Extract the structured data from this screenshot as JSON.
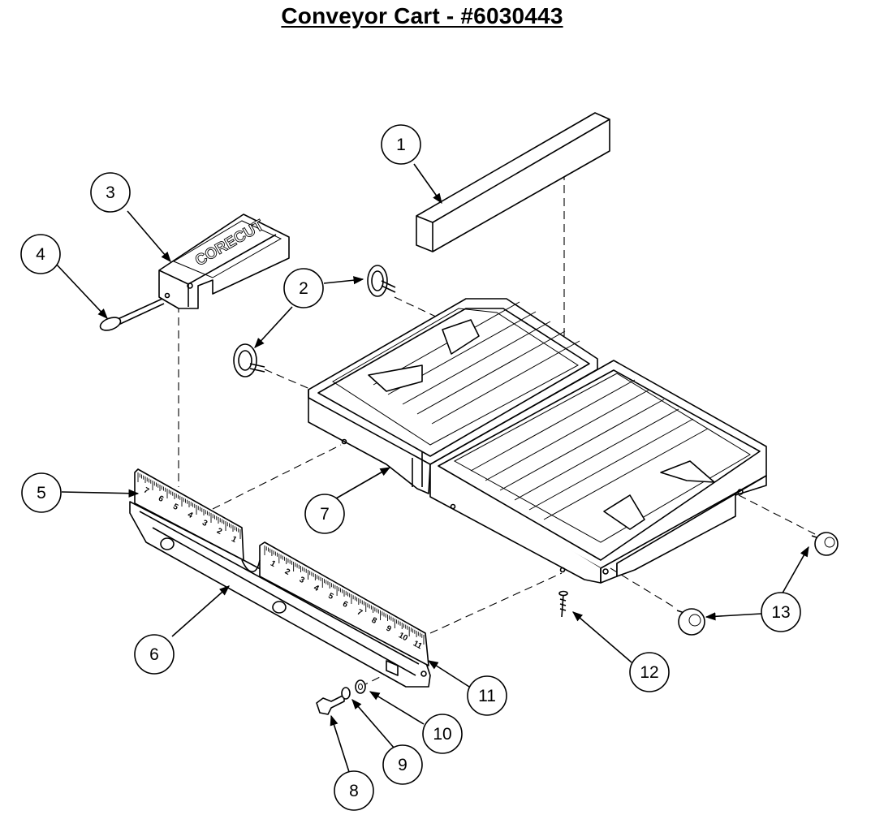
{
  "title": "Conveyor Cart  - #6030443",
  "brand_label": "CORECUT",
  "scale_left_numbers": [
    "1",
    "2",
    "3",
    "4",
    "5",
    "6",
    "7"
  ],
  "scale_right_numbers": [
    "1",
    "2",
    "3",
    "4",
    "5",
    "6",
    "7",
    "8",
    "9",
    "10",
    "11"
  ],
  "callouts": [
    "1",
    "2",
    "2",
    "3",
    "4",
    "5",
    "6",
    "7",
    "8",
    "9",
    "10",
    "11",
    "12",
    "13",
    "13"
  ]
}
